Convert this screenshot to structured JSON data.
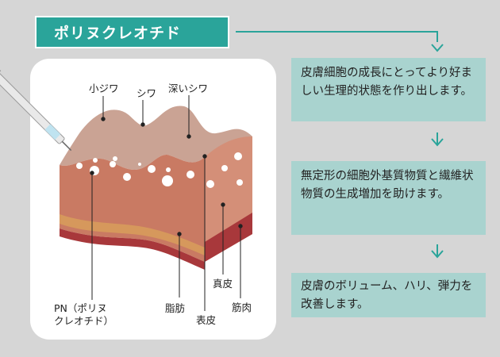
{
  "title": "ポリヌクレオチド",
  "info_boxes": [
    {
      "text": "皮膚細胞の成長にとってより好ましい生理的状態を作り出します。"
    },
    {
      "text": "無定形の細胞外基質物質と繊維状物質の生成増加を助けます。"
    },
    {
      "text": "皮膚のボリューム、ハリ、弾力を改善します。"
    }
  ],
  "diagram": {
    "labels": {
      "small_wrinkle": "小ジワ",
      "wrinkle": "シワ",
      "deep_wrinkle": "深いシワ",
      "pn_line1": "PN（ポリヌ",
      "pn_line2": "クレオチド）",
      "fat": "脂肪",
      "epidermis": "表皮",
      "dermis": "真皮",
      "muscle": "筋肉"
    }
  },
  "colors": {
    "accent": "#2aa49a",
    "box": "#a9d3cf",
    "background": "#d6d6d6",
    "skin_top": "#caa394",
    "skin_front": "#c97a63",
    "skin_side": "#d48f78"
  }
}
